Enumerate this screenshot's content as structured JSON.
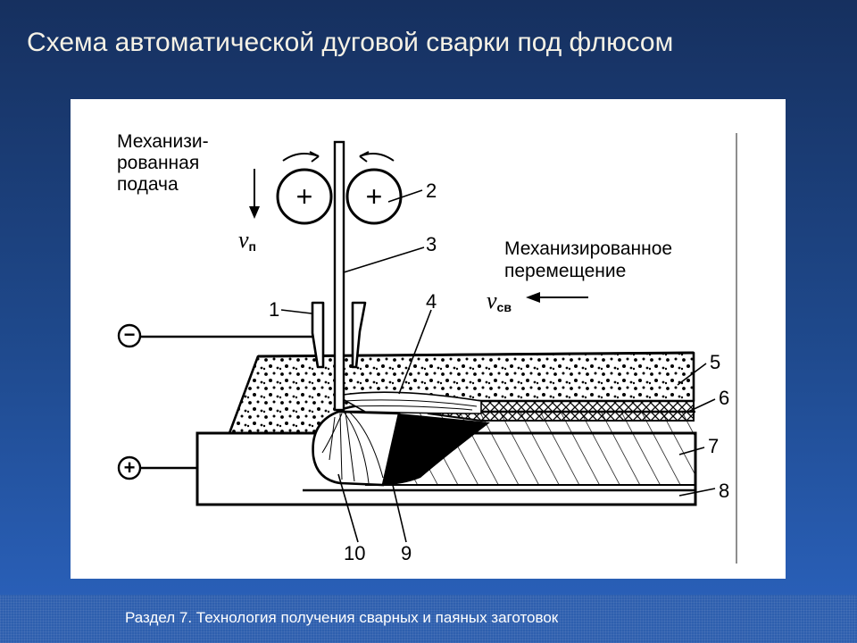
{
  "slide": {
    "title": "Схема автоматической дуговой сварки под флюсом",
    "footer": "Раздел 7. Технология получения сварных и паяных заготовок"
  },
  "diagram": {
    "caption_feed": [
      "Механизи-",
      "рованная",
      "подача"
    ],
    "caption_travel": [
      "Механизированное",
      "перемещение"
    ],
    "velocity_feed": {
      "symbol": "v",
      "subscript": "п"
    },
    "velocity_travel": {
      "symbol": "v",
      "subscript": "св"
    },
    "terminal_minus": "−",
    "terminal_plus": "+",
    "roller_sign": "+",
    "labels": [
      "1",
      "2",
      "3",
      "4",
      "5",
      "6",
      "7",
      "8",
      "9",
      "10"
    ]
  },
  "colors": {
    "background_top": "#16305f",
    "background_bottom": "#2b63bf",
    "title_text": "#f6f2e6",
    "footer_text": "#ffffff",
    "drawing": "#000000"
  }
}
